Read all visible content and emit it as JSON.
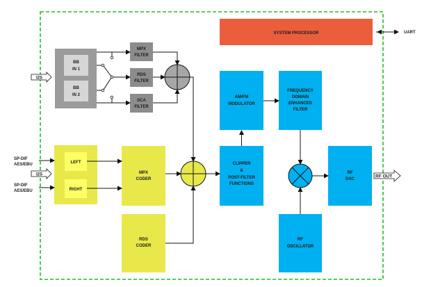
{
  "blocks": {
    "system_processor": "SYSTEM PROCESSOR",
    "bb_in_1": [
      "BB",
      "IN 1"
    ],
    "bb_in_2": [
      "BB",
      "IN 2"
    ],
    "mpx_filter": [
      "MPX",
      "FILTER"
    ],
    "rds_filter": [
      "RDS",
      "FILTER"
    ],
    "sca_filter": [
      "SCA",
      "FILTER"
    ],
    "am_fm_modulator": [
      "AM/FM",
      "MODULATOR"
    ],
    "freq_domain_filter": [
      "FREQUENCY",
      "DOMAIN",
      "ENHANCED",
      "FILTER"
    ],
    "left": "LEFT",
    "right": "RIGHT",
    "mpx_coder": [
      "MPX",
      "CODER"
    ],
    "rds_coder": [
      "RDS",
      "CODER"
    ],
    "clipper": [
      "CLIPPER",
      "&",
      "POST-FILTER",
      "FUNCTIONS"
    ],
    "rf_dac": [
      "RF",
      "DAC"
    ],
    "rf_oscillator": [
      "RF",
      "OSCILLATOR"
    ]
  },
  "io": {
    "uart": "UART",
    "i2s_top": "I2S",
    "spdif_1": [
      "SP-DIF",
      "AES/EBU"
    ],
    "i2s_mid": "I2S",
    "spdif_2": [
      "SP-DIF",
      "AES/EBU"
    ],
    "rf_out": "RF OUT"
  },
  "colors": {
    "processor": "#EB5E3C",
    "blue": "#00B0F0",
    "yellow": "#E8E84A",
    "gray_panel": "#9B9B9B",
    "gray_box": "#8C8C8C",
    "light_box": "#D6D6D6",
    "border": "#1FBF1F"
  }
}
